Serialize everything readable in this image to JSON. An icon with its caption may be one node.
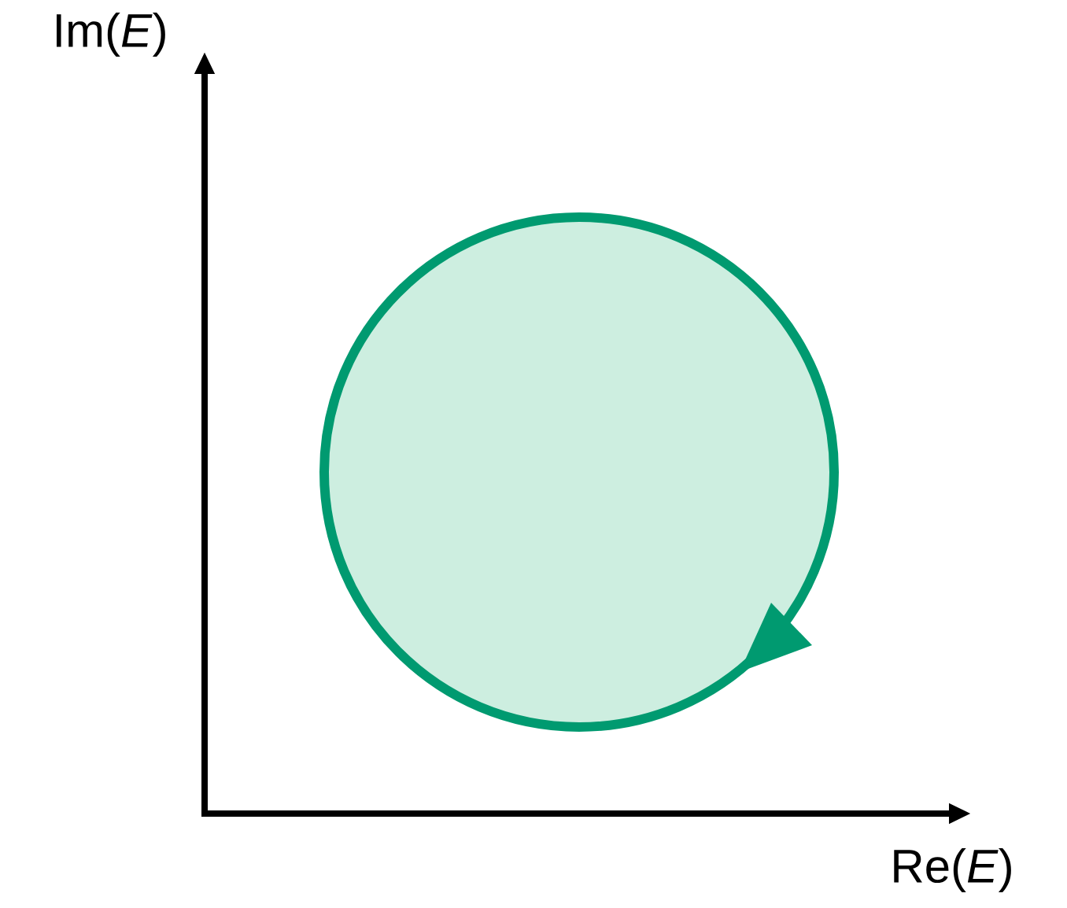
{
  "diagram": {
    "nodes": [
      {
        "text": [],
        "shape": "circle"
      }
    ],
    "labels": [
      "Im(*E*)",
      "Re(*E*)"
    ]
  }
}
